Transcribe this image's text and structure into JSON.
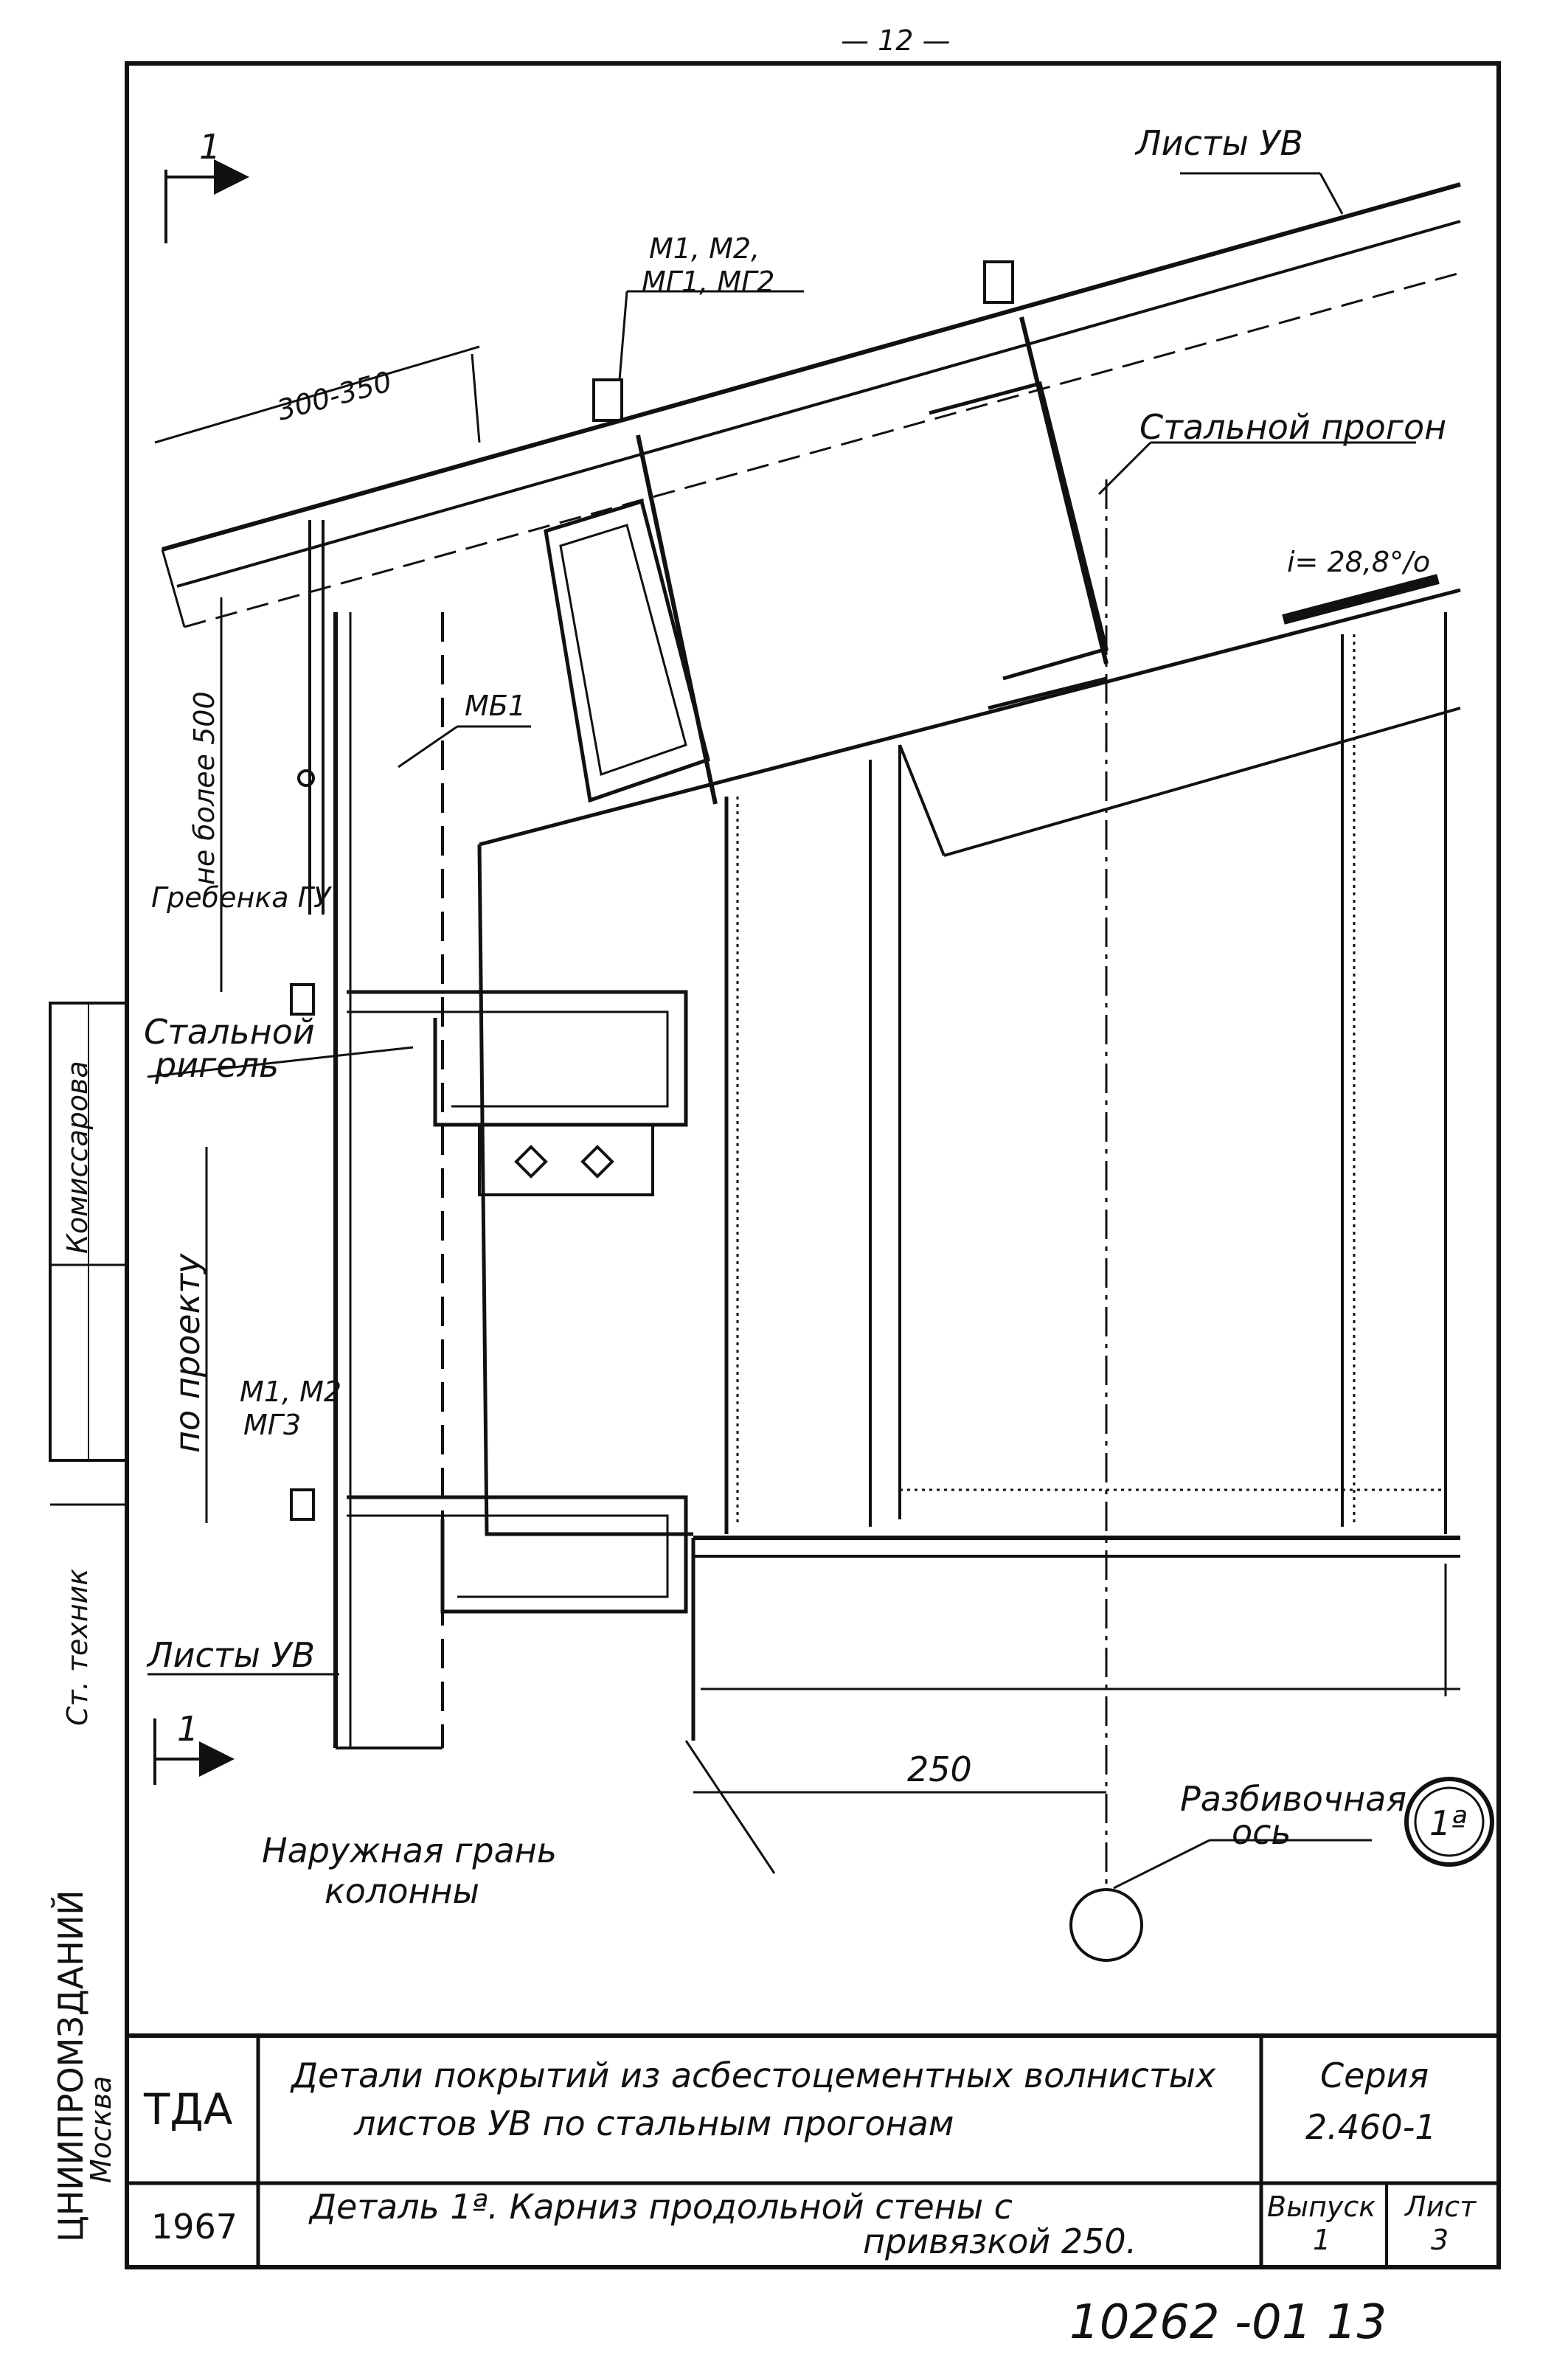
{
  "page_number": "— 12 —",
  "labels": {
    "sheets_top": "Листы УВ",
    "fasteners_top": "М1, М2,",
    "fasteners_top2": "МГ1, МГ2",
    "dim_300_350": "300-350",
    "steel_purlin": "Стальной прогон",
    "slope": "i= 28,8°/o",
    "not_more_500": "не более 500",
    "mb1": "МБ1",
    "comb": "Гребенка ГУ",
    "steel_crossbar_1": "Стальной",
    "steel_crossbar_2": "ригель",
    "by_project": "по проекту",
    "fasteners_bottom": "М1, М2",
    "fasteners_bottom2": "МГ3",
    "sheets_bottom": "Листы УВ",
    "section_mark": "1",
    "outer_face_1": "Наружная грань",
    "outer_face_2": "колонны",
    "dim_250": "250",
    "axis_1": "Разбивочная",
    "axis_2": "ось",
    "detail_mark": "1ª"
  },
  "side_stamp": {
    "org": "ЦНИИПРОМЗДАНИЙ",
    "city": "Москва",
    "role1": "Ст. техник",
    "role2": "Комиссарова"
  },
  "title_block": {
    "org": "ТДА",
    "title_line1": "Детали покрытий из асбестоцементных волнистых",
    "title_line2": "листов УВ по стальным прогонам",
    "series_label": "Серия",
    "series_value": "2.460-1",
    "year": "1967",
    "detail_line1": "Деталь 1ª. Карниз продольной стены с",
    "detail_line2": "привязкой 250.",
    "issue_label": "Выпуск",
    "issue_value": "1",
    "sheet_label": "Лист",
    "sheet_value": "3"
  },
  "archive_number": "10262 -01 13"
}
